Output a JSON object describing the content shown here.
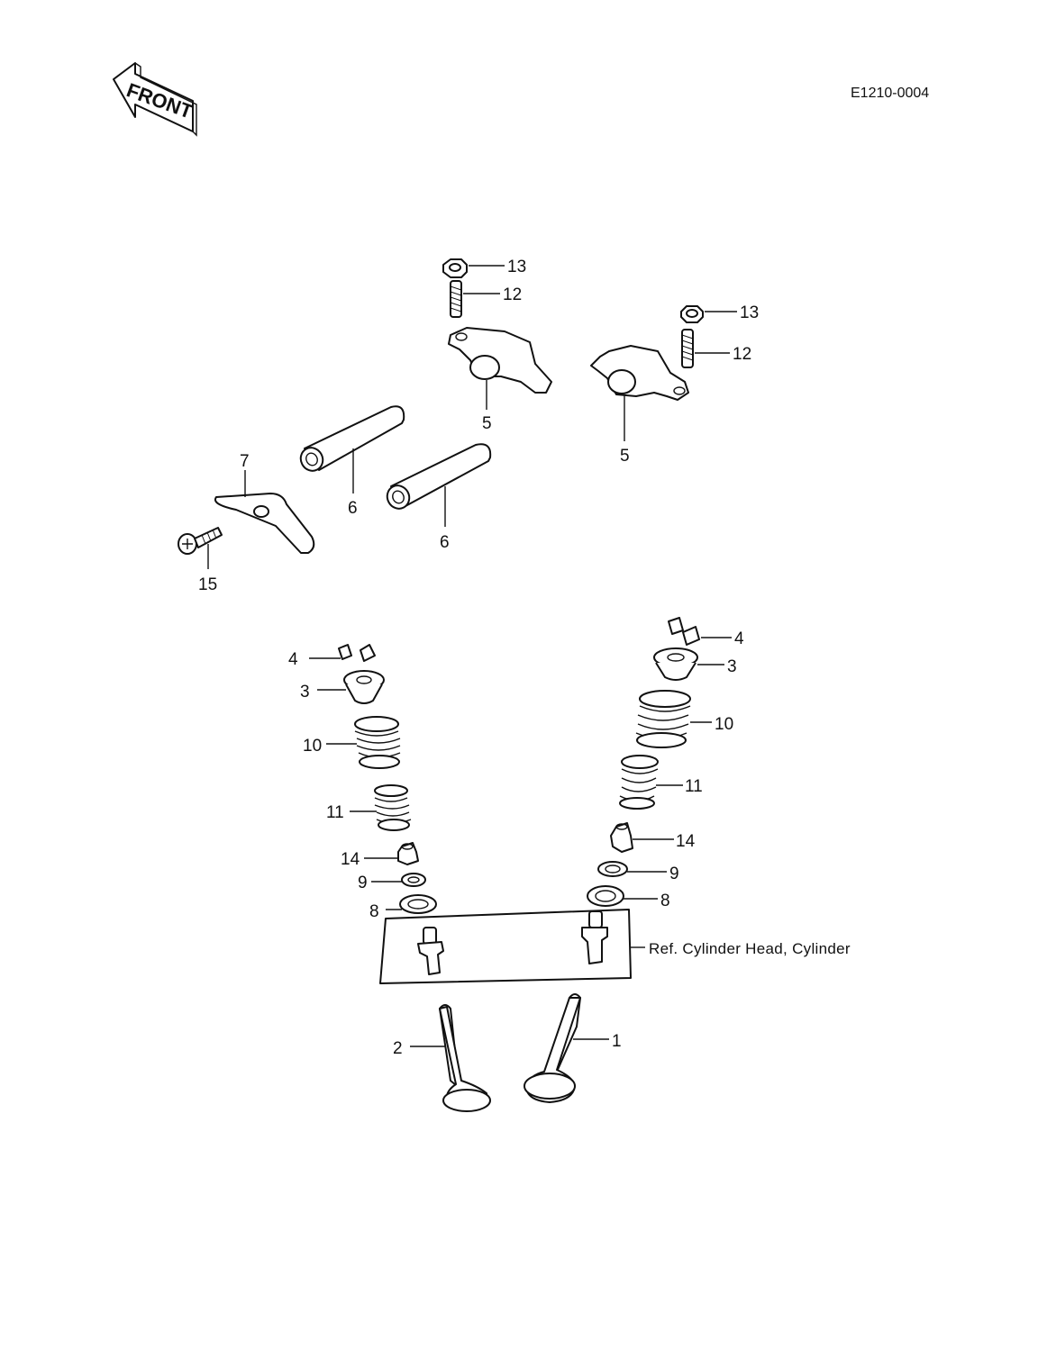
{
  "drawing_code": "E1210-0004",
  "front_arrow_text": "FRONT",
  "reference_text": "Ref.  Cylinder Head, Cylinder",
  "callouts": {
    "c1": "1",
    "c2": "2",
    "c3_left": "3",
    "c3_right": "3",
    "c4_left": "4",
    "c4_right": "4",
    "c5_left": "5",
    "c5_right": "5",
    "c6_upper": "6",
    "c6_lower": "6",
    "c7": "7",
    "c8_left": "8",
    "c8_right": "8",
    "c9_left": "9",
    "c9_right": "9",
    "c10_left": "10",
    "c10_right": "10",
    "c11_left": "11",
    "c11_right": "11",
    "c12_left": "12",
    "c12_right": "12",
    "c13_left": "13",
    "c13_right": "13",
    "c14_left": "14",
    "c14_right": "14",
    "c15": "15"
  }
}
